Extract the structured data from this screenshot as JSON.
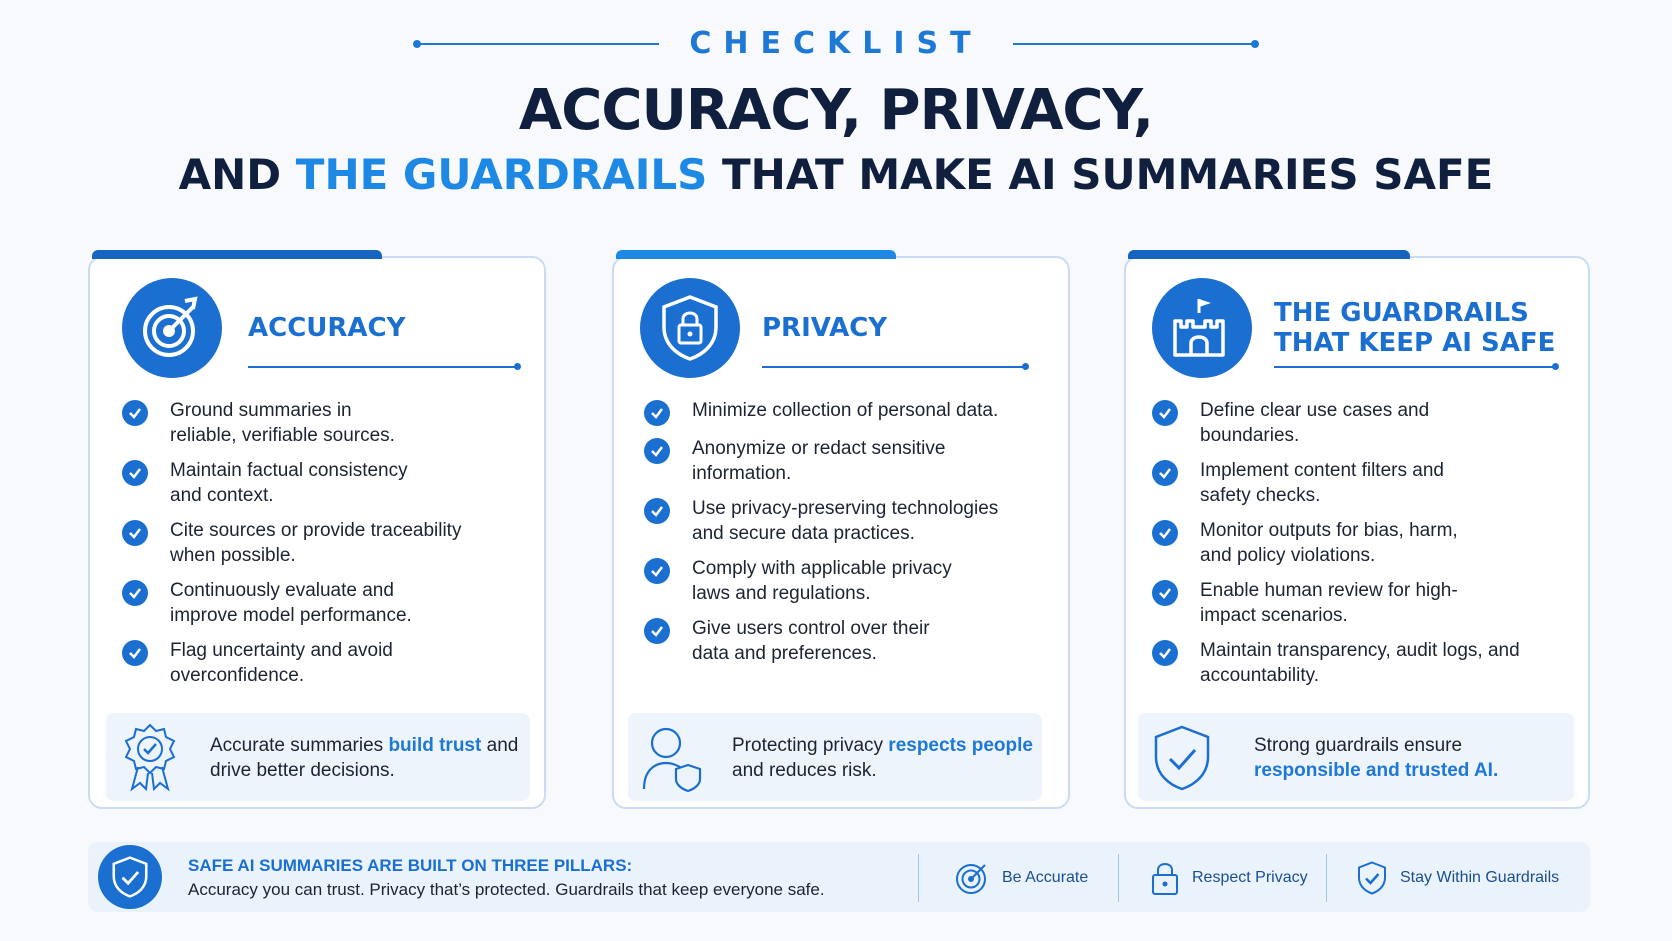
{
  "header": {
    "eyebrow": "CHECKLIST",
    "title_line1": "ACCURACY, PRIVACY,",
    "title_line2_pre": "AND",
    "title_line2_highlight": "THE GUARDRAILS",
    "title_line2_post": "THAT MAKE AI SUMMARIES SAFE"
  },
  "cards": [
    {
      "title": "ACCURACY",
      "icon": "target-icon",
      "items": [
        "Ground summaries in reliable, verifiable sources.",
        "Maintain factual consistency and context.",
        "Cite sources or provide traceability when possible.",
        "Continuously evaluate and improve model performance.",
        "Flag uncertainty and avoid overconfidence."
      ],
      "footer_icon": "award-badge-icon",
      "footer_pre": "Accurate summaries",
      "footer_highlight": "build trust",
      "footer_post": "and drive better decisions."
    },
    {
      "title": "PRIVACY",
      "icon": "shield-lock-icon",
      "items": [
        "Minimize collection of personal data.",
        "Anonymize or redact sensitive information.",
        "Use privacy-preserving technologies and secure data practices.",
        "Comply with applicable privacy laws and regulations.",
        "Give users control over their data and preferences."
      ],
      "footer_icon": "user-shield-icon",
      "footer_pre": "Protecting privacy",
      "footer_highlight": "respects people",
      "footer_post": "and reduces risk."
    },
    {
      "title_line1": "THE GUARDRAILS",
      "title_line2": "THAT KEEP AI SAFE",
      "icon": "castle-icon",
      "items": [
        "Define clear use cases and boundaries.",
        "Implement content filters and safety checks.",
        "Monitor outputs for bias, harm, and policy violations.",
        "Enable human review for high-impact scenarios.",
        "Maintain transparency, audit logs, and accountability."
      ],
      "footer_icon": "shield-check-icon",
      "footer_pre": "Strong guardrails ensure",
      "footer_highlight": "responsible and trusted AI."
    }
  ],
  "bottom": {
    "heading": "SAFE AI SUMMARIES ARE BUILT ON THREE PILLARS:",
    "subtext": "Accuracy you can trust. Privacy that’s protected. Guardrails that keep everyone safe.",
    "pillars": [
      {
        "label": "Be Accurate",
        "icon": "target-icon"
      },
      {
        "label": "Respect Privacy",
        "icon": "lock-icon"
      },
      {
        "label": "Stay Within Guardrails",
        "icon": "shield-check-icon"
      }
    ]
  },
  "colors": {
    "accent": "#1a6fd1",
    "highlight": "#1e88e5",
    "title": "#0f1f3d",
    "card_border": "#c9dcf2"
  }
}
